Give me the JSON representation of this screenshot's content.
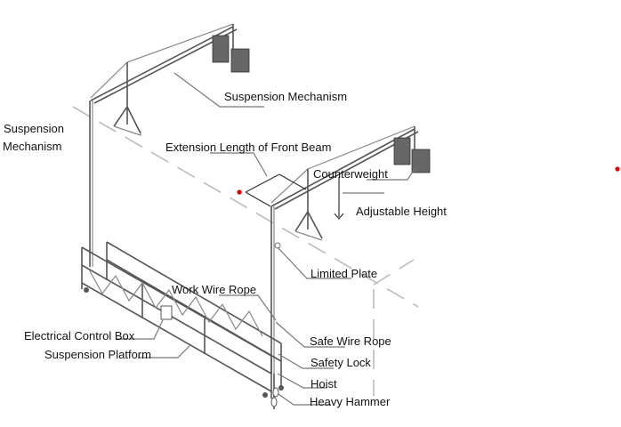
{
  "diagram": {
    "title": "Suspended Platform Components",
    "labels": {
      "suspension_mechanism_top": "Suspension Mechanism",
      "suspension_mechanism_left": "Suspension\nMechanism",
      "suspension_mechanism_left_line1": "Suspension",
      "suspension_mechanism_left_line2": "Mechanism",
      "extension_length": "Extension Length of Front Beam",
      "counterweight": "Counterweight",
      "adjustable_height": "Adjustable Height",
      "limited_plate": "Limited Plate",
      "work_wire_rope": "Work Wire Rope",
      "electrical_control_box": "Electrical Control Box",
      "suspension_platform": "Suspension Platform",
      "safe_wire_rope": "Safe Wire Rope",
      "safety_lock": "Safety Lock",
      "hoist": "Hoist",
      "heavy_hammer": "Heavy Hammer"
    },
    "colors": {
      "line": "#555555",
      "leader": "#777777",
      "marker_dot": "#e00000"
    }
  }
}
